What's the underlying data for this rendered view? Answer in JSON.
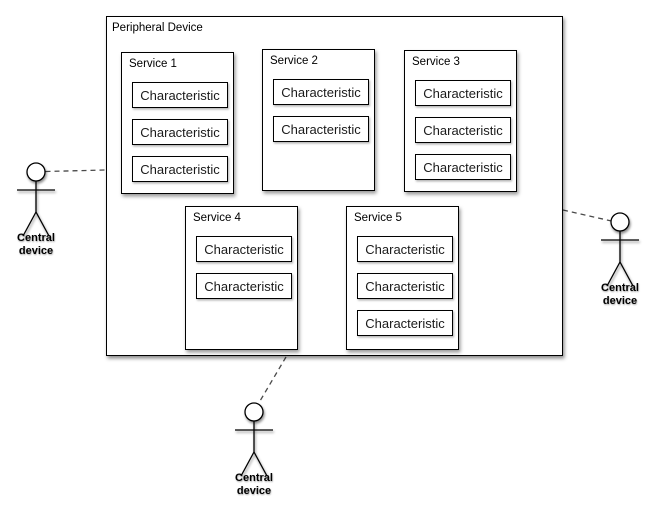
{
  "diagram": {
    "background_color": "#ffffff",
    "stroke_color": "#000000",
    "dashed_line_color": "#4a4a4a",
    "peripheral": {
      "label": "Peripheral Device",
      "services": [
        {
          "label": "Service 1",
          "characteristics": [
            "Characteristic",
            "Characteristic",
            "Characteristic"
          ]
        },
        {
          "label": "Service 2",
          "characteristics": [
            "Characteristic",
            "Characteristic"
          ]
        },
        {
          "label": "Service 3",
          "characteristics": [
            "Characteristic",
            "Characteristic",
            "Characteristic"
          ]
        },
        {
          "label": "Service 4",
          "characteristics": [
            "Characteristic",
            "Characteristic"
          ]
        },
        {
          "label": "Service 5",
          "characteristics": [
            "Characteristic",
            "Characteristic",
            "Characteristic"
          ]
        }
      ]
    },
    "actors": [
      {
        "label": "Central device",
        "position": "left"
      },
      {
        "label": "Central device",
        "position": "right"
      },
      {
        "label": "Central device",
        "position": "bottom"
      }
    ]
  }
}
